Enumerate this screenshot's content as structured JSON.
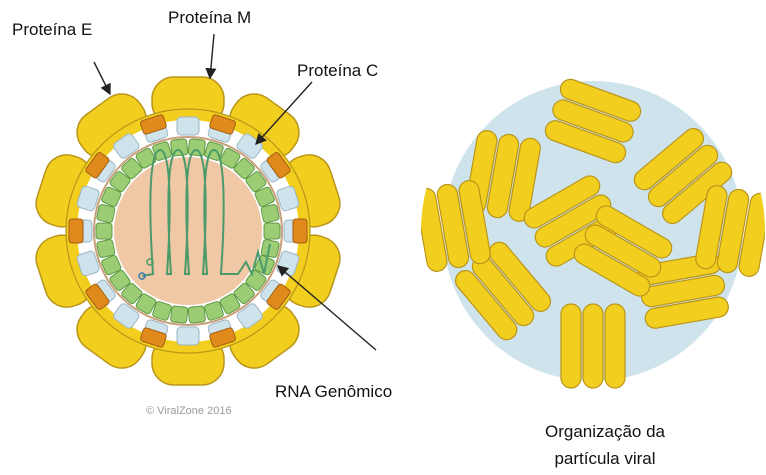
{
  "labels": {
    "protein_e": "Proteína E",
    "protein_m": "Proteína M",
    "protein_c": "Proteína C",
    "rna": "RNA Genômico"
  },
  "credit": "© ViralZone 2016",
  "caption": {
    "line1": "Organização da",
    "line2": "partícula viral"
  },
  "colors": {
    "envelope_yellow": "#f2cf1f",
    "envelope_outline": "#b9951a",
    "membrane_blue": "#cfe3ec",
    "m_protein_orange": "#e08a1e",
    "capsid_green": "#9ccc74",
    "capsid_outline": "#5f9a45",
    "core_peach": "#f0c8a6",
    "rna_green": "#4a9a6a",
    "arrow": "#222222"
  },
  "icons": [
    "virion-cross-section",
    "virion-surface"
  ]
}
